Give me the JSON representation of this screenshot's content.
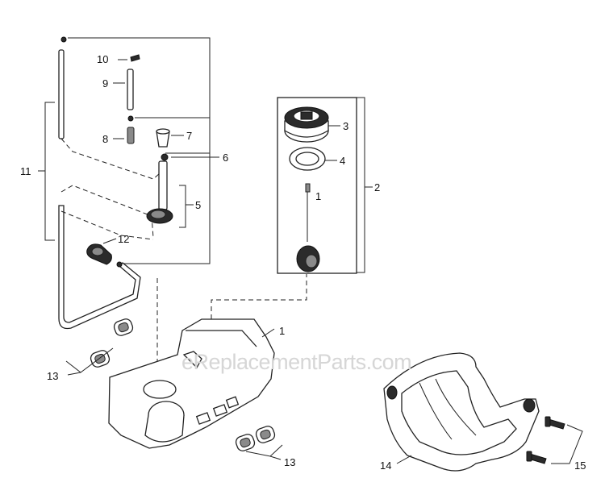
{
  "watermark": "eReplacementParts.com",
  "callouts": {
    "c1": "1",
    "c2": "2",
    "c3": "3",
    "c4": "4",
    "c5": "5",
    "c6": "6",
    "c7": "7",
    "c8": "8",
    "c9": "9",
    "c10": "10",
    "c11": "11",
    "c12": "12",
    "c13a": "13",
    "c13b": "13",
    "c14": "14",
    "c15": "15"
  }
}
